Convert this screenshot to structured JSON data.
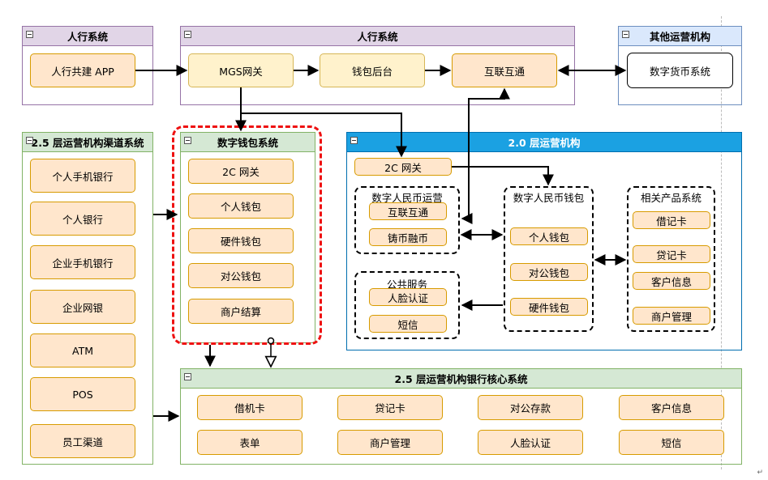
{
  "groups": {
    "pboc_app": {
      "title": "人行系统"
    },
    "pboc_main": {
      "title": "人行系统"
    },
    "other_ops": {
      "title": "其他运营机构"
    },
    "channel": {
      "title": "2.5 层运营机构渠道系统"
    },
    "wallet_sys": {
      "title": "数字钱包系统"
    },
    "ops20": {
      "title": "2.0 层运营机构"
    },
    "core": {
      "title": "2.5 层运营机构银行核心系统"
    }
  },
  "nodes": {
    "pboc_app": "人行共建 APP",
    "mgs_gateway": "MGS网关",
    "wallet_backend": "钱包后台",
    "interconnect": "互联互通",
    "dc_system": "数字货币系统"
  },
  "channel_items": [
    "个人手机银行",
    "个人银行",
    "企业手机银行",
    "企业网银",
    "ATM",
    "POS",
    "员工渠道"
  ],
  "wallet_items": [
    "2C 网关",
    "个人钱包",
    "硬件钱包",
    "对公钱包",
    "商户结算"
  ],
  "ops20": {
    "gateway": "2C 网关",
    "rmb_ops": {
      "title": "数字人民币运营",
      "items": [
        "互联互通",
        "铸币融币"
      ]
    },
    "public_service": {
      "title": "公共服务",
      "items": [
        "人脸认证",
        "短信"
      ]
    },
    "rmb_wallet": {
      "title": "数字人民币钱包",
      "items": [
        "个人钱包",
        "对公钱包",
        "硬件钱包"
      ]
    },
    "products": {
      "title": "相关产品系统",
      "items": [
        "借记卡",
        "贷记卡",
        "客户信息",
        "商户管理"
      ]
    }
  },
  "core_items": [
    "借机卡",
    "贷记卡",
    "对公存款",
    "客户信息",
    "表单",
    "商户管理",
    "人脸认证",
    "短信"
  ],
  "colors": {
    "node_fill": "#ffe6cc",
    "node_stroke": "#d79b00",
    "cream_fill": "#fff2cc",
    "purple_header": "#e1d5e7",
    "blue_header": "#dae8fc",
    "green_header": "#d5e8d4",
    "dark_blue_header": "#1ba1e2",
    "highlight_red": "#ee1111"
  },
  "icons": [
    "collapse-minus-icon",
    "corner-return-mark"
  ]
}
